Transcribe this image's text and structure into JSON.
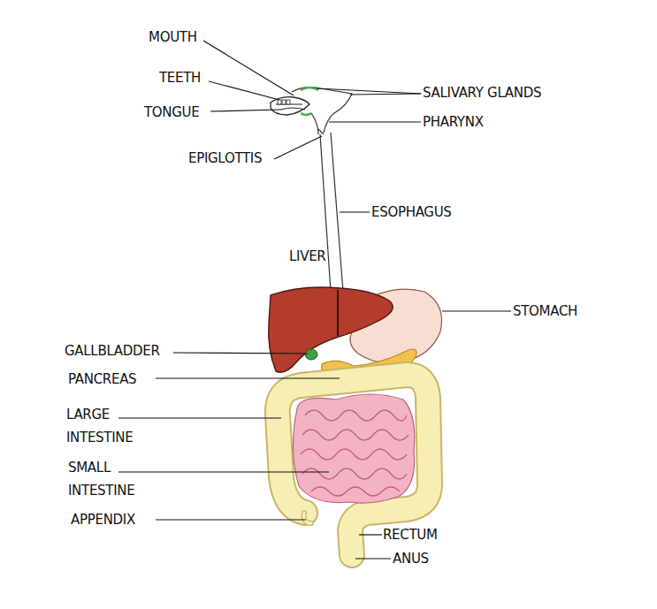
{
  "diagram": {
    "labels": [
      "MOUTH",
      "TEETH",
      "TONGUE",
      "SALIVARY GLANDS",
      "PHARYNX",
      "EPIGLOTTIS",
      "ESOPHAGUS",
      "LIVER",
      "STOMACH",
      "GALLBLADDER",
      "PANCREAS",
      "LARGE INTESTINE",
      "SMALL INTESTINE",
      "APPENDIX",
      "RECTUM",
      "ANUS"
    ]
  }
}
